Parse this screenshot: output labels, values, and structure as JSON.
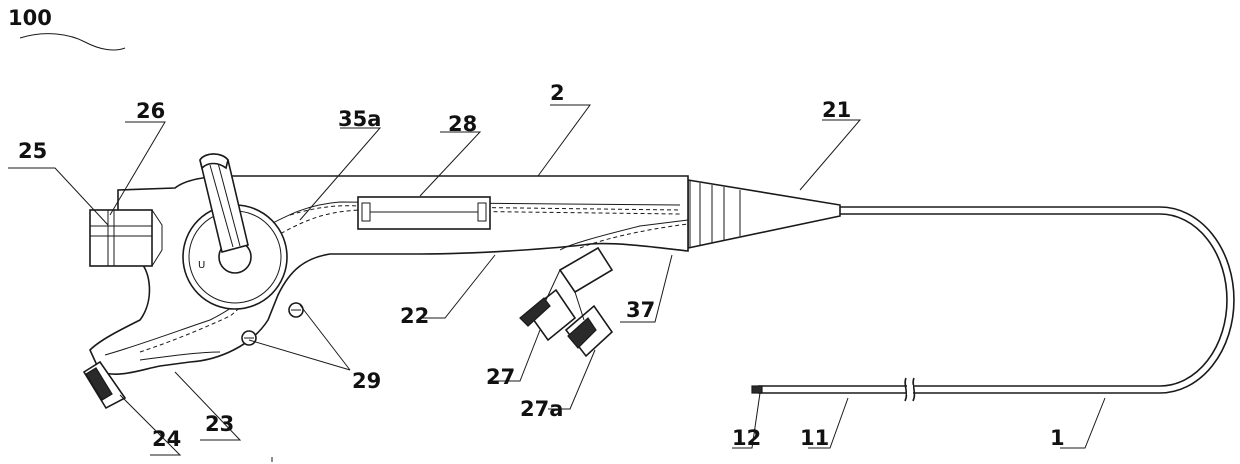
{
  "figure_number": "100",
  "labels": {
    "n1": "1",
    "n2": "2",
    "n11": "11",
    "n12": "12",
    "n21": "21",
    "n22": "22",
    "n23": "23",
    "n24": "24",
    "n25": "25",
    "n26": "26",
    "n27": "27",
    "n27a": "27a",
    "n28": "28",
    "n29": "29",
    "n35a": "35a",
    "n37": "37"
  },
  "colors": {
    "ink": "#1a1a1a",
    "background": "#ffffff"
  }
}
